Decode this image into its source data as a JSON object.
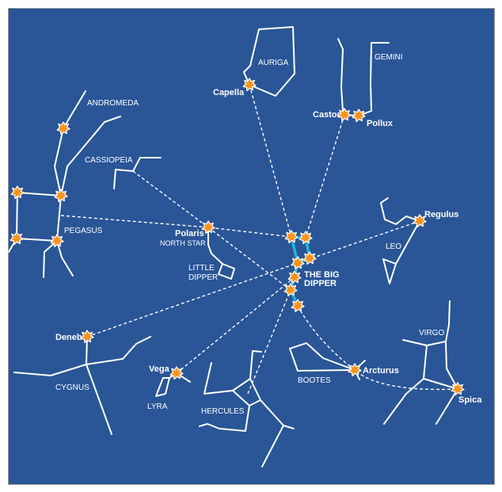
{
  "colors": {
    "background": "#2a5597",
    "border": "#9a9a9a",
    "lines": "#ffffff",
    "big_dipper": "#22b5d8",
    "star_fill": "#f7941d"
  },
  "constellations": {
    "andromeda": "ANDROMEDA",
    "cassiopeia": "CASSIOPEIA",
    "pegasus": "PEGASUS",
    "little_dipper": [
      "LITTLE",
      "DIPPER"
    ],
    "auriga": "AURIGA",
    "gemini": "GEMINI",
    "leo": "LEO",
    "big_dipper": [
      "THE BIG",
      "DIPPER"
    ],
    "cygnus": "CYGNUS",
    "lyra": "LYRA",
    "hercules": "HERCULES",
    "bootes": "BOOTES",
    "virgo": "VIRGO"
  },
  "stars": {
    "polaris": "Polaris",
    "polaris_sub": "NORTH STAR",
    "capella": "Capella",
    "castor": "Castor",
    "pollux": "Pollux",
    "regulus": "Regulus",
    "deneb": "Deneb",
    "vega": "Vega",
    "arcturus": "Arcturus",
    "spica": "Spica"
  }
}
